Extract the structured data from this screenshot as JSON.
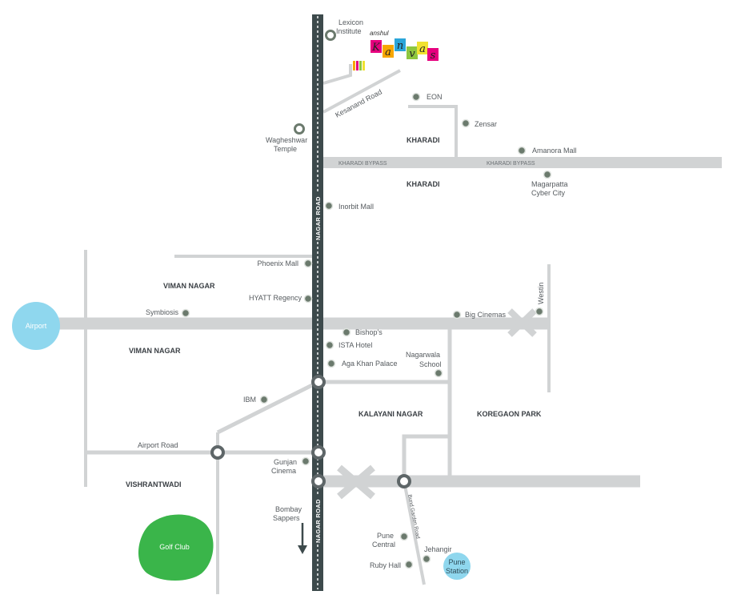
{
  "brand": {
    "script": "anshul",
    "letters": [
      "K",
      "a",
      "n",
      "v",
      "a",
      "s"
    ],
    "colors": [
      "#e6007e",
      "#f7a600",
      "#2aa5d9",
      "#8dc63f",
      "#f0e130",
      "#e6007e"
    ]
  },
  "colors": {
    "road": "#d1d3d4",
    "highway": "#3d4a4c",
    "highway_dash": "#ffffff",
    "bubble": "#8fd7ee",
    "golf": "#3ab54a",
    "marker_fill": "#6b7a6d"
  },
  "roads": {
    "nagar_road_top": "NAGAR ROAD",
    "nagar_road_bottom": "NAGAR ROAD",
    "kharadi_bypass_left": "KHARADI BYPASS",
    "kharadi_bypass_right": "KHARADI BYPASS",
    "kesanand_road": "Kesanand Road",
    "airport_road": "Airport Road",
    "bund_garden_road": "Bund Garden Road"
  },
  "areas": {
    "kharadi_1": "KHARADI",
    "kharadi_2": "KHARADI",
    "viman_nagar_1": "VIMAN NAGAR",
    "viman_nagar_2": "VIMAN NAGAR",
    "kalyani_nagar": "KALAYANI NAGAR",
    "koregaon_park": "KOREGAON PARK",
    "vishrantwadi": "VISHRANTWADI"
  },
  "places": {
    "airport": "Airport",
    "pune_station_1": "Pune",
    "pune_station_2": "Station",
    "golf_club": "Golf Club",
    "lexicon_1": "Lexicon",
    "lexicon_2": "Institute",
    "wagheshwar_1": "Wagheshwar",
    "wagheshwar_2": "Temple",
    "eon": "EON",
    "zensar": "Zensar",
    "amanora": "Amanora Mall",
    "magarpatta_1": "Magarpatta",
    "magarpatta_2": "Cyber City",
    "inorbit": "Inorbit Mall",
    "phoenix": "Phoenix Mall",
    "hyatt": "HYATT Regency",
    "symbiosis": "Symbiosis",
    "big_cinemas": "Big Cinemas",
    "westin": "Westin",
    "bishops": "Bishop's",
    "ista": "ISTA Hotel",
    "aga_khan": "Aga Khan Palace",
    "nagarwala_1": "Nagarwala",
    "nagarwala_2": "School",
    "ibm": "IBM",
    "gunjan_1": "Gunjan",
    "gunjan_2": "Cinema",
    "bombay_1": "Bombay",
    "bombay_2": "Sappers",
    "pune_central_1": "Pune",
    "pune_central_2": "Central",
    "jehangir": "Jehangir",
    "ruby_hall": "Ruby Hall"
  }
}
